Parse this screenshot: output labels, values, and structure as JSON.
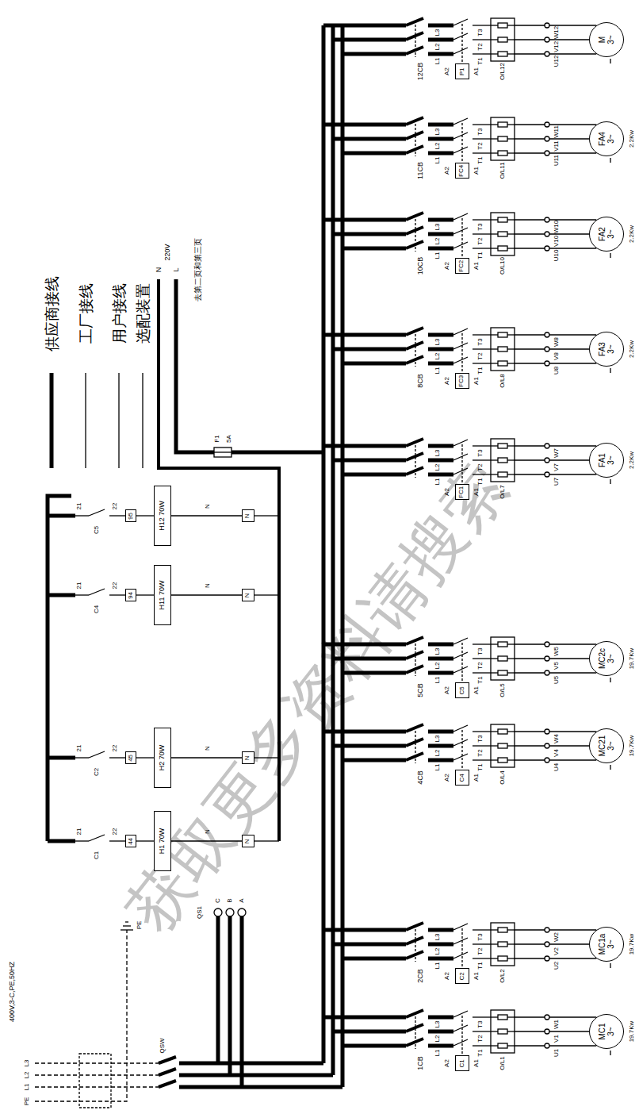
{
  "diagram": {
    "nodes": [
      {
        "text": [
          "MC1",
          "3~"
        ]
      },
      {
        "text": [
          "MC1a",
          "3~"
        ]
      },
      {
        "text": [
          "MC21",
          "3~"
        ]
      },
      {
        "text": [
          "MC2c",
          "3~"
        ]
      },
      {
        "text": [
          "FA1",
          "3~"
        ]
      },
      {
        "text": [
          "FA3",
          "3~"
        ]
      },
      {
        "text": [
          "FA2",
          "3~"
        ]
      },
      {
        "text": [
          "FA4",
          "3~"
        ]
      },
      {
        "text": [
          "M",
          "3~"
        ]
      },
      {
        "text": [
          "C1"
        ]
      },
      {
        "text": [
          "C2"
        ]
      },
      {
        "text": [
          "C4"
        ]
      },
      {
        "text": [
          "C5"
        ]
      },
      {
        "text": [
          "FC1"
        ]
      },
      {
        "text": [
          "FC3"
        ]
      },
      {
        "text": [
          "FC2"
        ]
      },
      {
        "text": [
          "FC4"
        ]
      },
      {
        "text": [
          "P1"
        ]
      },
      {
        "text": [
          "H1 70W"
        ]
      },
      {
        "text": [
          "H2 70W"
        ]
      },
      {
        "text": [
          "H11 70W"
        ]
      },
      {
        "text": [
          "H12 70W"
        ]
      },
      {
        "text": [
          "44"
        ]
      },
      {
        "text": [
          "45"
        ]
      },
      {
        "text": [
          "94"
        ]
      },
      {
        "text": [
          "95"
        ]
      },
      {
        "text": [
          "N"
        ]
      },
      {
        "text": [
          "N"
        ]
      },
      {
        "text": [
          "N"
        ]
      },
      {
        "text": [
          "N"
        ]
      }
    ],
    "labels": [
      "400V,3-C,PE,50HZ",
      "L1",
      "L2",
      "L3",
      "PE",
      "QSW",
      "PE",
      "QS1",
      "C",
      "B",
      "A",
      "C1",
      "21",
      "22",
      "N",
      "C2",
      "21",
      "22",
      "N",
      "C4",
      "21",
      "22",
      "N",
      "C5",
      "21",
      "22",
      "N",
      "F1",
      "5A",
      "L",
      "N",
      "220V",
      "去第二页和第三页",
      "获取更多资料请搜索",
      "1CB",
      "L1",
      "L2",
      "L3",
      "A2",
      "A1",
      "T1",
      "T2",
      "T3",
      "O/L1",
      "U1",
      "V1",
      "W1",
      "19.7Kw",
      "2CB",
      "L1",
      "L2",
      "L3",
      "A2",
      "A1",
      "T1",
      "T2",
      "T3",
      "O/L2",
      "U2",
      "V2",
      "W2",
      "19.7Kw",
      "4CB",
      "L1",
      "L2",
      "L3",
      "A2",
      "A1",
      "T1",
      "T2",
      "T3",
      "O/L4",
      "U4",
      "V4",
      "W4",
      "19.7Kw",
      "5CB",
      "L1",
      "L2",
      "L3",
      "A2",
      "A1",
      "T1",
      "T2",
      "T3",
      "O/L5",
      "U5",
      "V5",
      "W5",
      "19.7Kw",
      "L1",
      "L2",
      "L3",
      "A2",
      "A1",
      "T1",
      "T2",
      "T3",
      "O/L7",
      "U7",
      "V7",
      "W7",
      "2.2Kw",
      "8CB",
      "L1",
      "L2",
      "L3",
      "A2",
      "A1",
      "T1",
      "T2",
      "T3",
      "O/L8",
      "U8",
      "V8",
      "W8",
      "2.2Kw",
      "10CB",
      "L1",
      "L2",
      "L3",
      "A2",
      "A1",
      "T1",
      "T2",
      "T3",
      "O/L10",
      "U10",
      "V10",
      "W10",
      "2.2Kw",
      "11CB",
      "L1",
      "L2",
      "L3",
      "A2",
      "A1",
      "T1",
      "T2",
      "T3",
      "O/L11",
      "U11",
      "V11",
      "W11",
      "2.2Kw",
      "12CB",
      "L1",
      "L2",
      "L3",
      "A2",
      "A1",
      "T1",
      "T2",
      "T3",
      "O/L12",
      "U12",
      "V12",
      "W12"
    ],
    "legend": [
      {
        "text": "供应商接线"
      },
      {
        "text": "工厂接线"
      },
      {
        "text": "用户接线"
      },
      {
        "text": "选配装置"
      }
    ]
  }
}
